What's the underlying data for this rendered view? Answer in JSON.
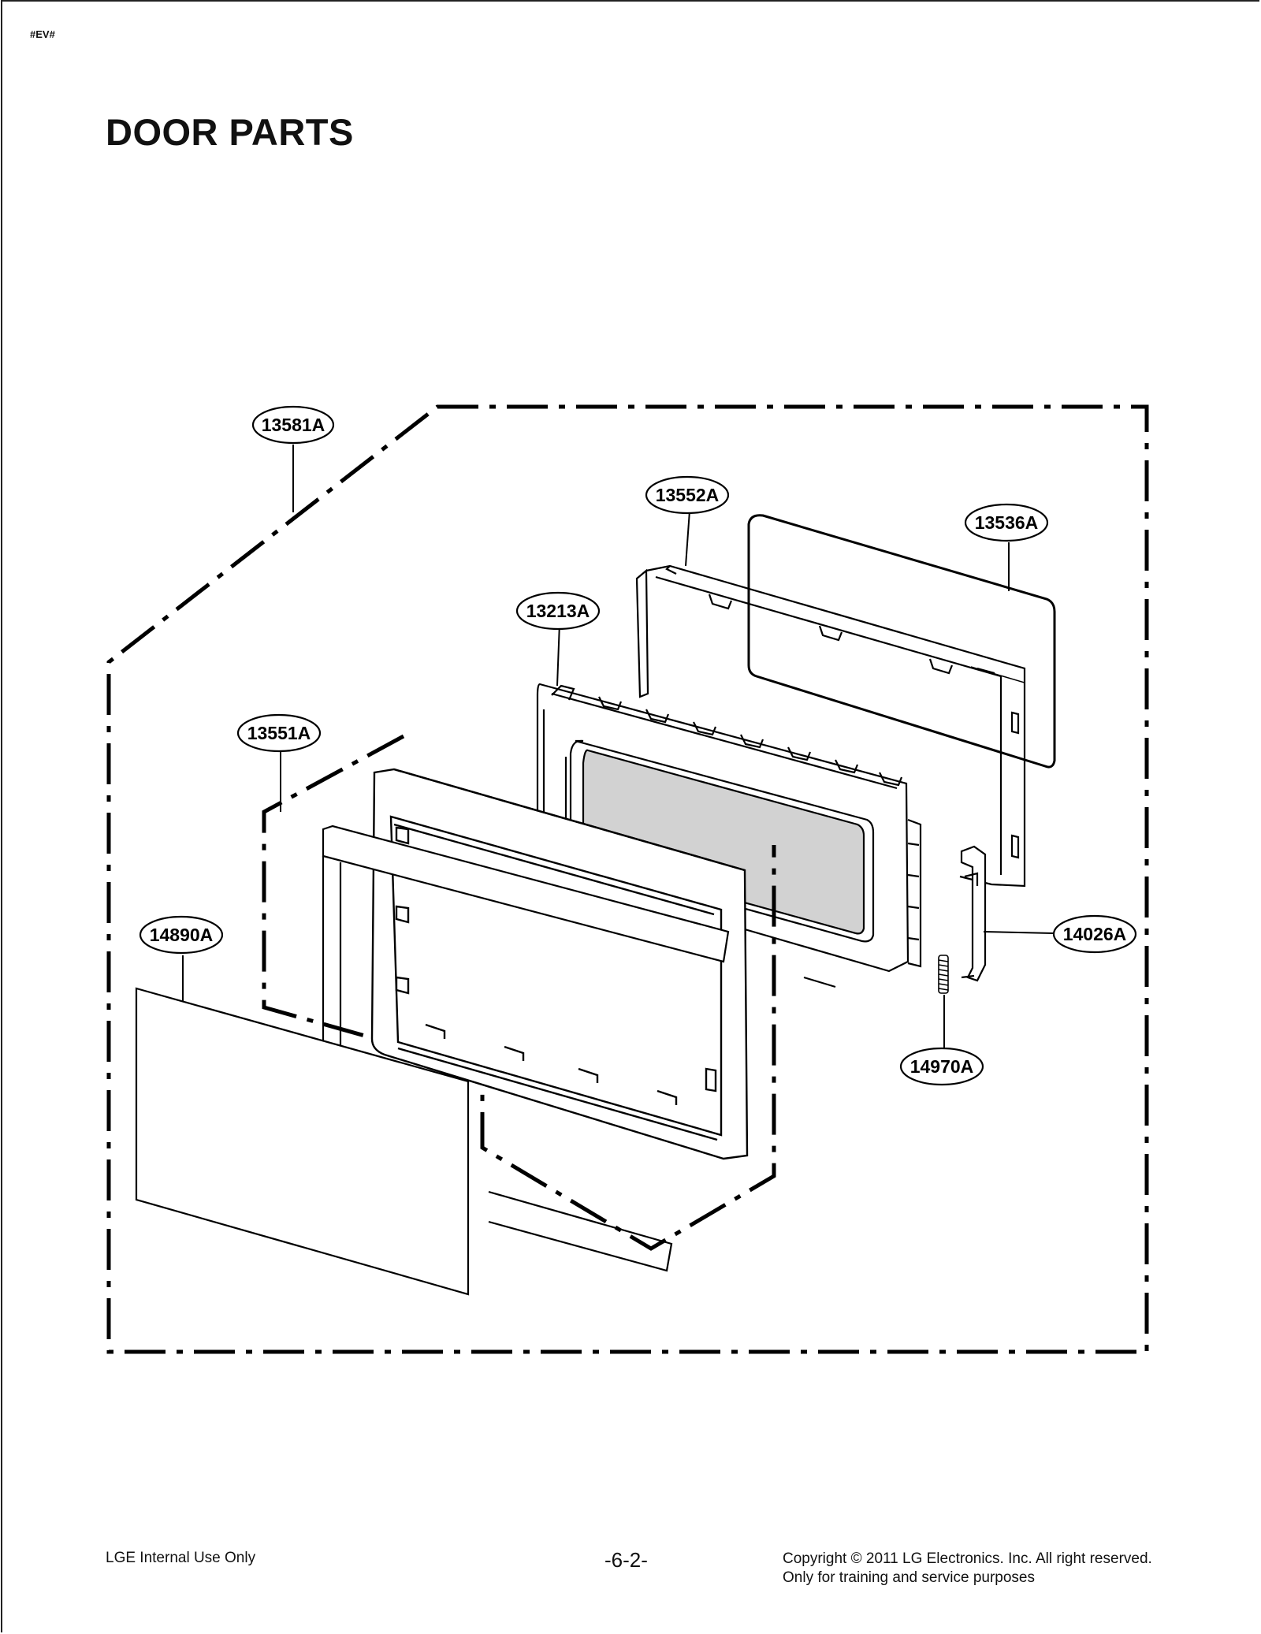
{
  "header": {
    "doc_code": "#EV#",
    "title": "DOOR PARTS"
  },
  "callouts": {
    "c13581A": "13581A",
    "c13552A": "13552A",
    "c13536A": "13536A",
    "c13213A": "13213A",
    "c13551A": "13551A",
    "c14890A": "14890A",
    "c14026A": "14026A",
    "c14970A": "14970A"
  },
  "footer": {
    "left": "LGE Internal Use Only",
    "page_number": "-6-2-",
    "copyright": "Copyright © 2011 LG Electronics. Inc. All right reserved.",
    "purpose": "Only for training and service purposes"
  }
}
